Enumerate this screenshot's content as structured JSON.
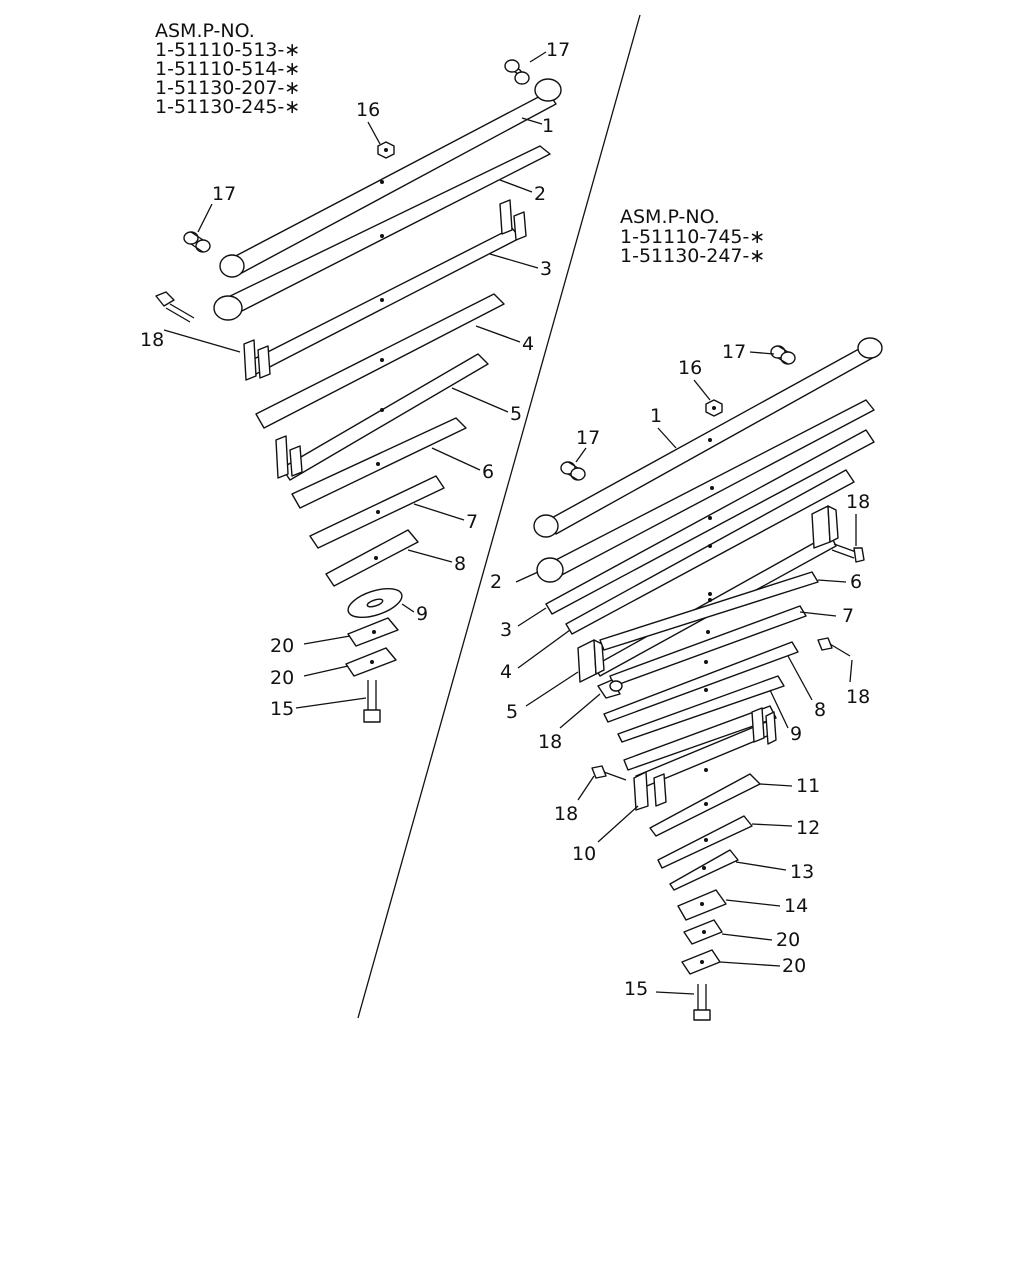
{
  "left_assembly": {
    "heading": "ASM.P-NO.",
    "part_numbers": [
      "1-51110-513-∗",
      "1-51110-514-∗",
      "1-51130-207-∗",
      "1-51130-245-∗"
    ],
    "callouts": [
      "17",
      "16",
      "1",
      "2",
      "17",
      "3",
      "18",
      "4",
      "5",
      "6",
      "7",
      "8",
      "9",
      "20",
      "20",
      "15"
    ]
  },
  "right_assembly": {
    "heading": "ASM.P-NO.",
    "part_numbers": [
      "1-51110-745-∗",
      "1-51130-247-∗"
    ],
    "callouts": [
      "17",
      "16",
      "1",
      "17",
      "18",
      "2",
      "6",
      "3",
      "7",
      "4",
      "18",
      "5",
      "8",
      "18",
      "9",
      "18",
      "11",
      "12",
      "10",
      "13",
      "14",
      "20",
      "20",
      "15"
    ]
  }
}
